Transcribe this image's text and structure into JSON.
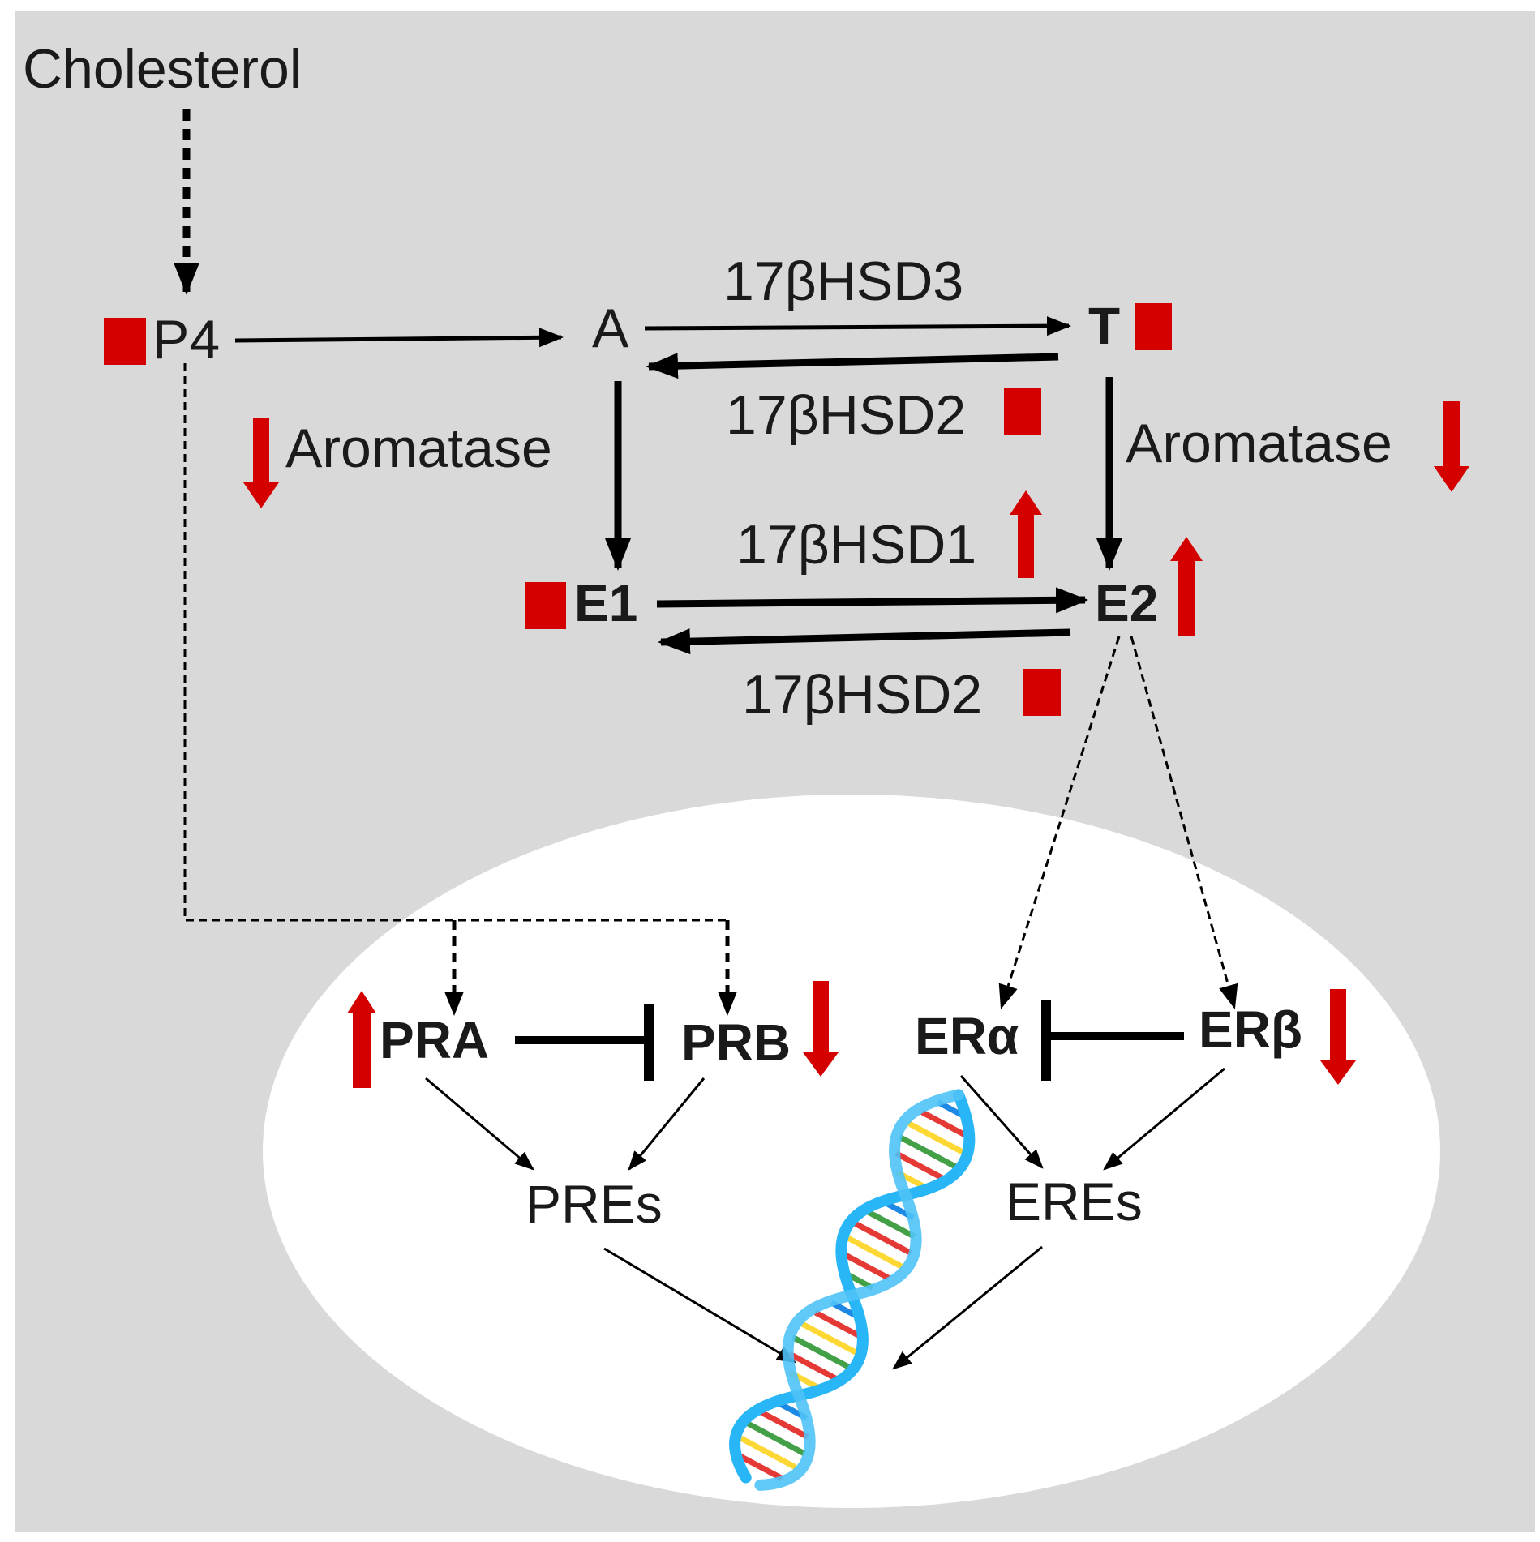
{
  "nodes": {
    "cholesterol": "Cholesterol",
    "p4": "P4",
    "a": "A",
    "t": "T",
    "e1": "E1",
    "e2": "E2",
    "pra": "PRA",
    "prb": "PRB",
    "era": "ERα",
    "erb": "ERβ",
    "pres": "PREs",
    "eres": "EREs"
  },
  "enzymes": {
    "hsd3": "17βHSD3",
    "hsd2_top": "17βHSD2",
    "aromatase_left": "Aromatase",
    "aromatase_right": "Aromatase",
    "hsd1": "17βHSD1",
    "hsd2_bottom": "17βHSD2"
  },
  "legend_icons": {
    "unchanged": "red-square-icon",
    "increased": "red-up-arrow-icon",
    "decreased": "red-down-arrow-icon"
  },
  "colors": {
    "background": "#d9d9d9",
    "nucleus": "#ffffff",
    "marker": "#d40000",
    "line": "#000000"
  }
}
